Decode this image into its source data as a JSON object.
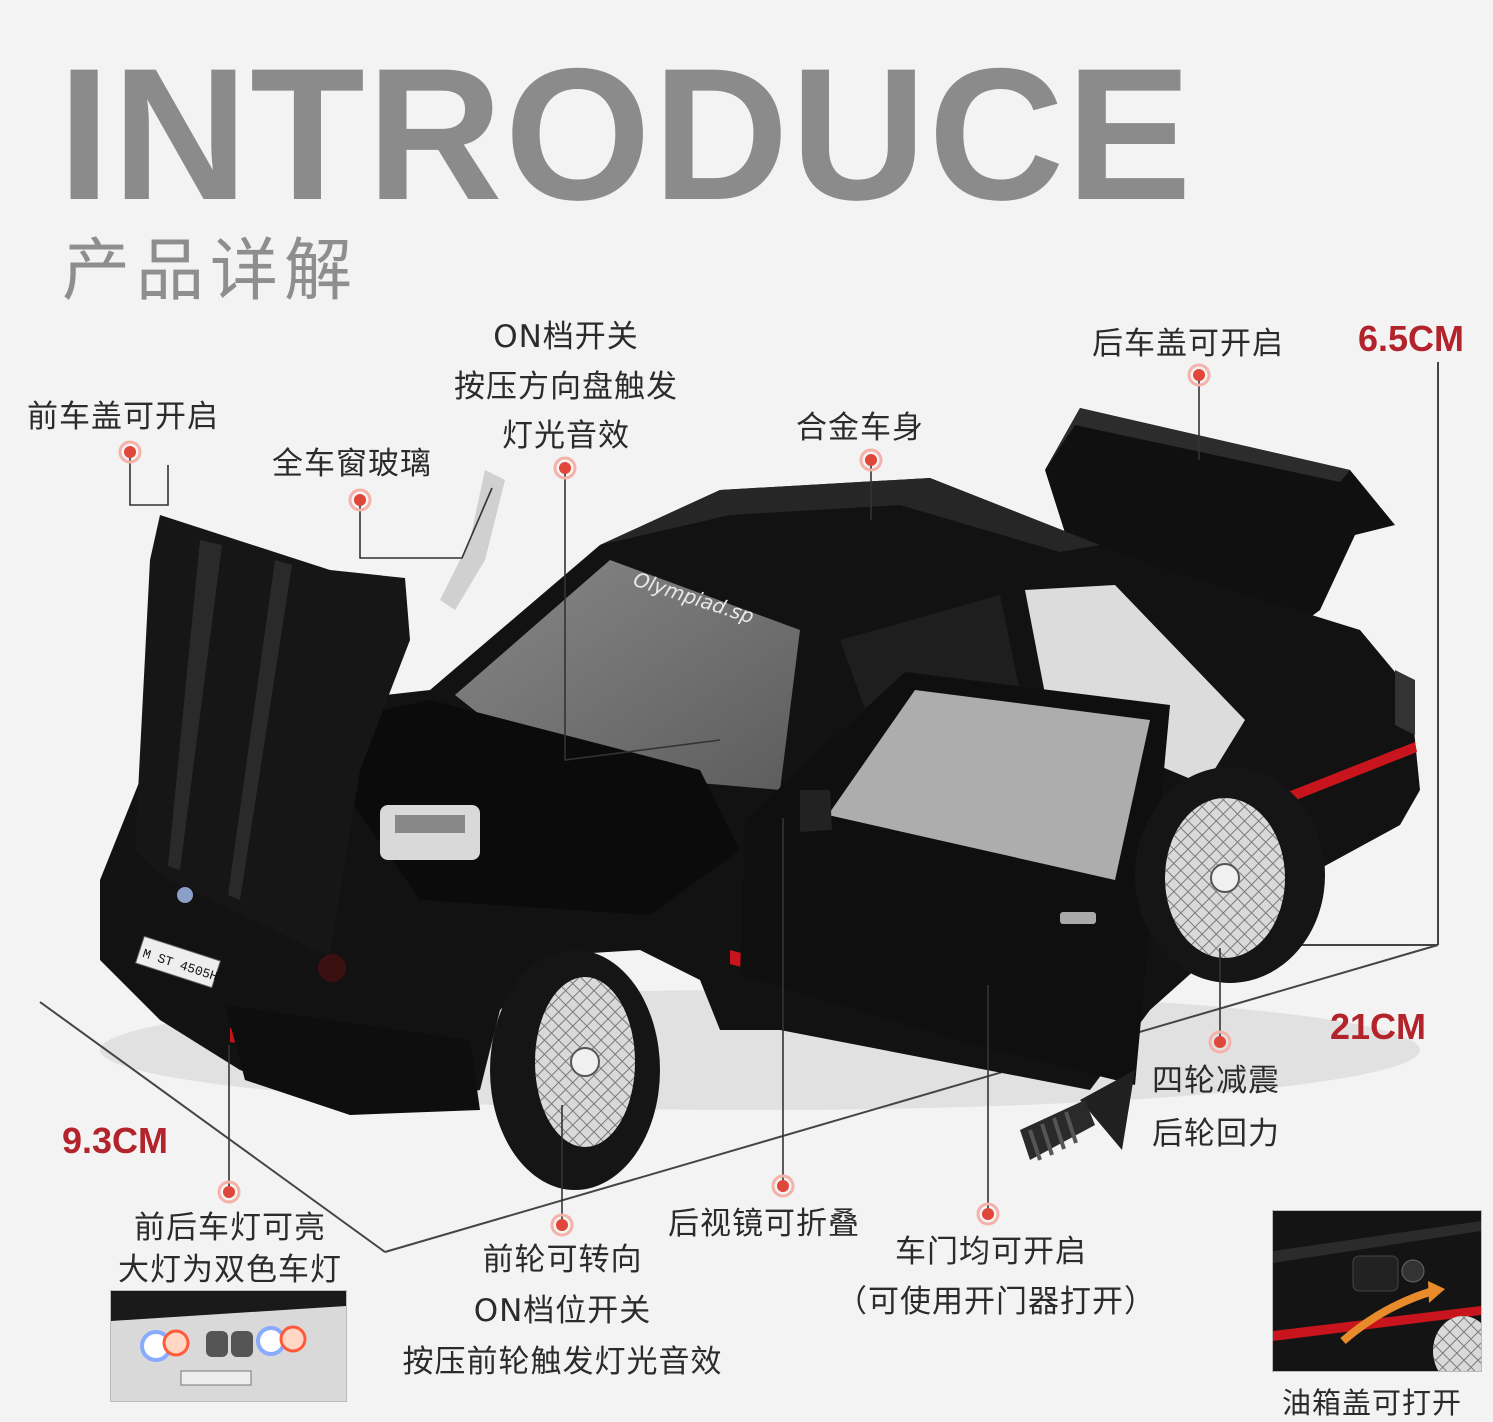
{
  "header": {
    "title": "INTRODUCE",
    "subtitle": "产品详解"
  },
  "dimensions": {
    "height": "6.5CM",
    "length": "21CM",
    "width": "9.3CM"
  },
  "features": {
    "front_hood": "前车盖可开启",
    "window_glass": "全车窗玻璃",
    "steering": [
      "ON档开关",
      "按压方向盘触发",
      "灯光音效"
    ],
    "alloy_body": "合金车身",
    "trunk": "后车盖可开启",
    "suspension": [
      "四轮减震",
      "后轮回力"
    ],
    "lights": [
      "前后车灯可亮",
      "大灯为双色车灯"
    ],
    "front_wheels": [
      "前轮可转向",
      "ON档位开关",
      "按压前轮触发灯光音效"
    ],
    "mirrors": "后视镜可折叠",
    "doors": [
      "车门均可开启",
      "（可使用开门器打开）"
    ],
    "fuel_cap": "油箱盖可打开"
  },
  "illustration": {
    "plate_text": "M ST 4505H",
    "windshield_text": "Olympiad.sp"
  },
  "colors": {
    "accent_red": "#b3232b",
    "dot_red": "#e0463a",
    "car_body": "#121212",
    "stripe_red": "#c8141c",
    "heading_gray": "#8b8b8b"
  }
}
